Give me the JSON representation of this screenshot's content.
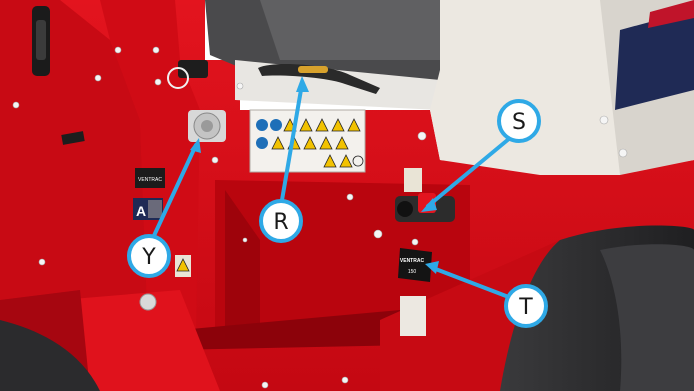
{
  "colors": {
    "body_red": "#dc0d17",
    "body_red_dark": "#a8060e",
    "body_red_shadow": "#7f0008",
    "panel_beige": "#ece8e1",
    "tire_black": "#2c2c2e",
    "callout_fill": "#ffffff",
    "callout_ring": "#2fa9e6",
    "leader_line": "#2fa9e6"
  },
  "callouts": [
    {
      "id": "R",
      "label": "R",
      "target": "hydraulic lever"
    },
    {
      "id": "S",
      "label": "S",
      "target": "red valve"
    },
    {
      "id": "T",
      "label": "T",
      "target": "black decal"
    },
    {
      "id": "Y",
      "label": "Y",
      "target": "key switch"
    }
  ],
  "decals": {
    "brand_small": "VENTRAC",
    "brand_plate": "VENTRAC",
    "plate_number": "150",
    "letter_badge": "A"
  },
  "icons": {
    "warning": "warning-triangle-icon",
    "key": "key-icon"
  }
}
